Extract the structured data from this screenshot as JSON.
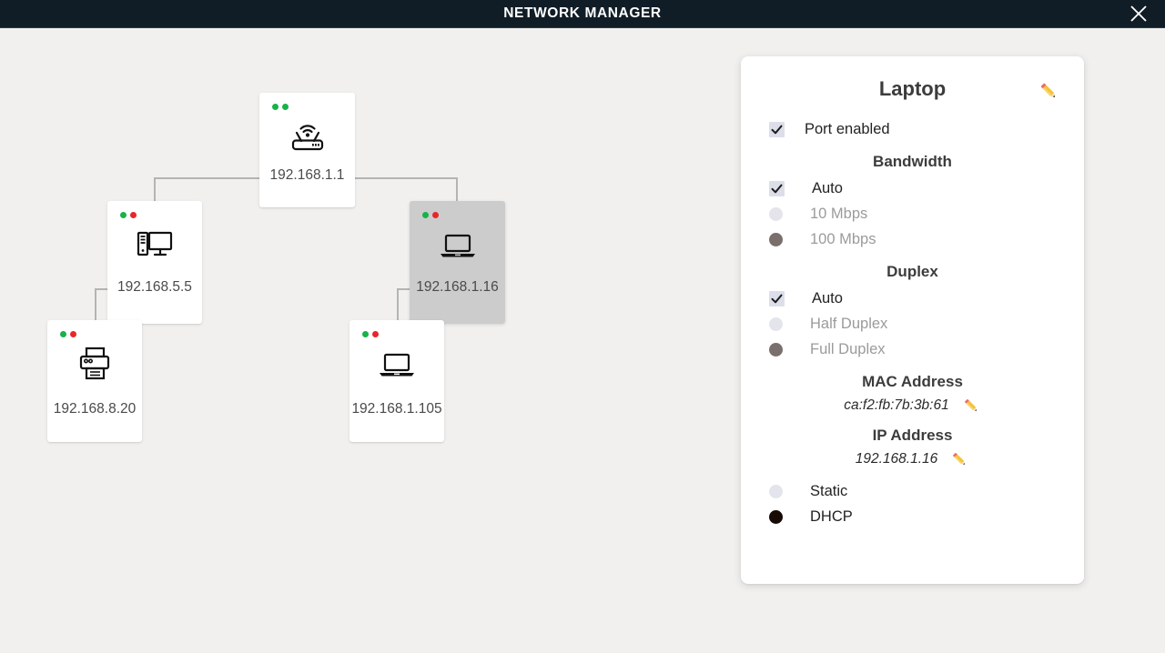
{
  "window": {
    "title": "NETWORK MANAGER",
    "close_icon": "close-x-icon",
    "titlebar_color": "#111d26"
  },
  "topology": {
    "nodes": [
      {
        "id": "router",
        "icon": "wifi-router-icon",
        "label": "192.168.1.1",
        "leds": [
          "green",
          "green"
        ],
        "selected": false
      },
      {
        "id": "pc",
        "icon": "desktop-computer-icon",
        "label": "192.168.5.5",
        "leds": [
          "green",
          "red"
        ],
        "selected": false
      },
      {
        "id": "laptop16",
        "icon": "laptop-icon",
        "label": "192.168.1.16",
        "leds": [
          "green",
          "red"
        ],
        "selected": true
      },
      {
        "id": "printer",
        "icon": "printer-icon",
        "label": "192.168.8.20",
        "leds": [
          "green",
          "red"
        ],
        "selected": false
      },
      {
        "id": "laptop105",
        "icon": "laptop-icon",
        "label": "192.168.1.105",
        "leds": [
          "green",
          "red"
        ],
        "selected": false
      }
    ],
    "led_colors": {
      "green": "#17b24a",
      "red": "#e8262a"
    },
    "link_color": "#b4b4b4",
    "selected_node_bg": "#cccccc",
    "canvas_bg": "#f1f0ee"
  },
  "panel": {
    "title": "Laptop",
    "edit_icon": "pencil-edit-icon",
    "port_enabled": {
      "label": "Port enabled",
      "checked": true
    },
    "bandwidth": {
      "heading": "Bandwidth",
      "options": [
        {
          "label": "Auto",
          "control": "checkbox",
          "state": "checked",
          "disabled": false
        },
        {
          "label": "10 Mbps",
          "control": "radio",
          "state": "empty",
          "disabled": true
        },
        {
          "label": "100 Mbps",
          "control": "radio",
          "state": "filled",
          "disabled": true
        }
      ]
    },
    "duplex": {
      "heading": "Duplex",
      "options": [
        {
          "label": "Auto",
          "control": "checkbox",
          "state": "checked",
          "disabled": false
        },
        {
          "label": "Half Duplex",
          "control": "radio",
          "state": "empty",
          "disabled": true
        },
        {
          "label": "Full Duplex",
          "control": "radio",
          "state": "filled",
          "disabled": true
        }
      ]
    },
    "mac_address": {
      "heading": "MAC Address",
      "value": "ca:f2:fb:7b:3b:61",
      "edit_icon": "pencil-edit-icon"
    },
    "ip_address": {
      "heading": "IP Address",
      "value": "192.168.1.16",
      "edit_icon": "pencil-edit-icon"
    },
    "addressing": {
      "options": [
        {
          "label": "Static",
          "control": "radio",
          "state": "empty",
          "selected": false
        },
        {
          "label": "DHCP",
          "control": "radio",
          "state": "dark",
          "selected": true
        }
      ]
    }
  }
}
